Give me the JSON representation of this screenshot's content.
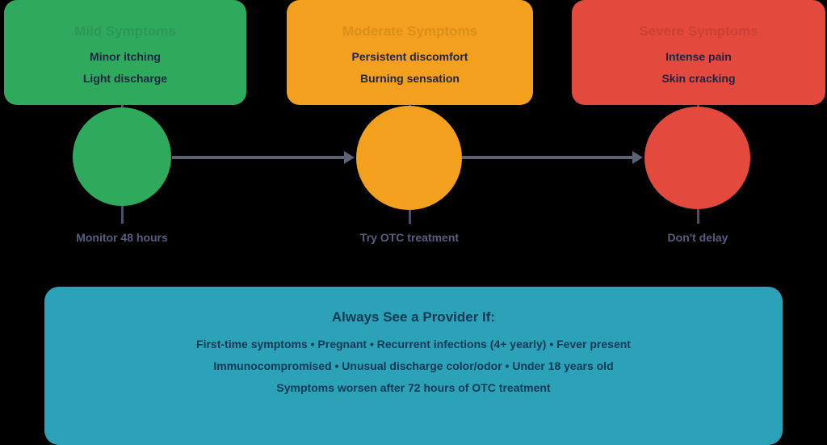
{
  "background_color": "#000000",
  "stages": [
    {
      "id": "mild",
      "title": "Mild Symptoms",
      "symptoms": [
        "Minor itching",
        "Light discharge"
      ],
      "action": "Monitor 48 hours",
      "color": "#2faa5c"
    },
    {
      "id": "moderate",
      "title": "Moderate Symptoms",
      "symptoms": [
        "Persistent discomfort",
        "Burning sensation"
      ],
      "action": "Try OTC treatment",
      "color": "#f2a01e"
    },
    {
      "id": "severe",
      "title": "Severe Symptoms",
      "symptoms": [
        "Intense pain",
        "Skin cracking"
      ],
      "action": "Don't delay",
      "color": "#e3493c"
    }
  ],
  "connectors": {
    "line_color": "#5d6177",
    "arrow_count": 2
  },
  "provider_box": {
    "title": "Always See a Provider If:",
    "lines": [
      "First-time symptoms • Pregnant • Recurrent infections (4+ yearly) • Fever present",
      "Immunocompromised • Unusual discharge color/odor • Under 18 years old",
      "Symptoms worsen after 72 hours of OTC treatment"
    ],
    "color": "#2ba2b8"
  }
}
